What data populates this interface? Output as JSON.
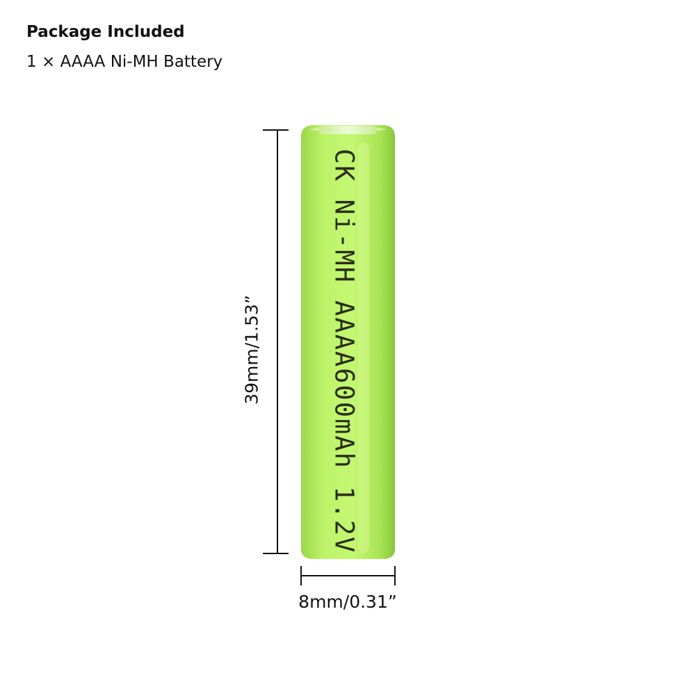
{
  "package": {
    "title": "Package Included",
    "item": "1 × AAAA Ni-MH Battery"
  },
  "battery": {
    "label": "CK Ni-MH AAAA600mAh 1.2V",
    "body_color": "#b4f060",
    "cap_color": "#d9f7a6"
  },
  "dimensions": {
    "height": "39mm/1.53”",
    "width": "8mm/0.31”"
  }
}
